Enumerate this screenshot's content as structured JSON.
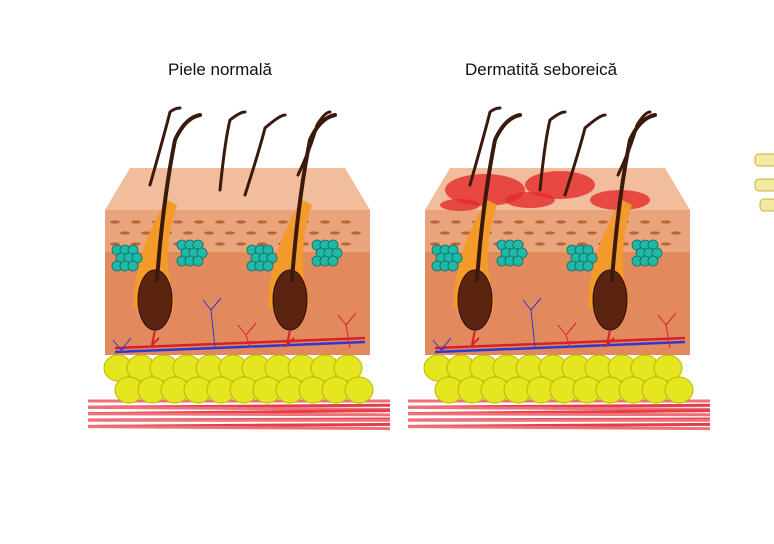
{
  "panels": [
    {
      "title": "Piele normală",
      "condition": "normal"
    },
    {
      "title": "Dermatită seboreică",
      "condition": "seborrheic"
    }
  ],
  "colors": {
    "epidermis_top": "#f2bd9c",
    "dermis": "#e28a5e",
    "hair": "#3a1a0c",
    "follicle": "#f39a2a",
    "gland": "#22b8a8",
    "fat": "#e6e620",
    "muscle": "#e0404a",
    "artery": "#d8202a",
    "vein": "#2a3ad0",
    "scale": "#f4e9a0",
    "inflammation": "#e42a2a"
  }
}
